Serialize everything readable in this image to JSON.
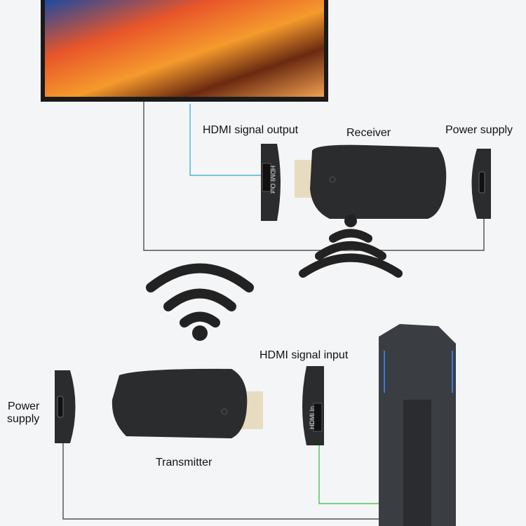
{
  "labels": {
    "hdmi_output": "HDMI signal output",
    "receiver": "Receiver",
    "power_supply_top": "Power supply",
    "hdmi_input": "HDMI signal input",
    "power_supply_bottom_1": "Power",
    "power_supply_bottom_2": "supply",
    "transmitter": "Transmitter",
    "port_out": "HDMI Out",
    "port_in": "HDMI In"
  },
  "colors": {
    "output_cable": "#2aa9d8",
    "input_cable": "#2fbf3c",
    "device": "#2b2c2e"
  }
}
